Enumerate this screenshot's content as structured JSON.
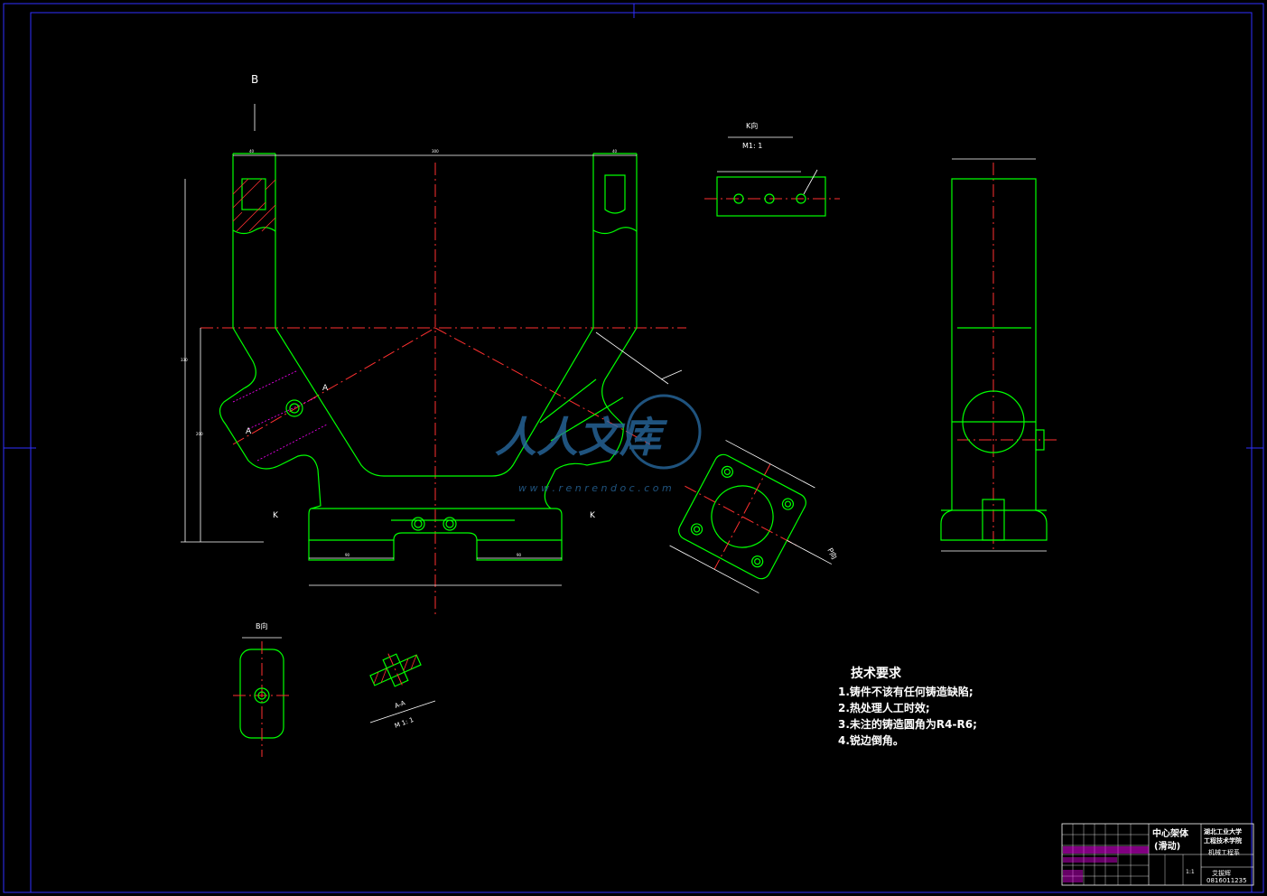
{
  "drawing": {
    "view_labels": {
      "b_section": "B",
      "k_view": "K向",
      "k_scale": "M1: 1",
      "b_view": "B向",
      "aa_section": "A-A",
      "aa_scale": "M 1: 1",
      "k_left": "K",
      "k_right": "K",
      "a_upper": "A",
      "a_lower": "A",
      "p_view": "P向"
    },
    "tech_req": {
      "title": "技术要求",
      "items": [
        "1.铸件不该有任何铸造缺陷;",
        "2.热处理人工时效;",
        "3.未注的铸造圆角为R4-R6;",
        "4.锐边倒角。"
      ]
    },
    "title_block": {
      "part_name_1": "中心架体",
      "part_name_2": "(滑动)",
      "school_1": "湖北工业大学",
      "school_2": "工程技术学院",
      "dept": "机械工程系",
      "scale": "1:1",
      "student": "艾拔辉",
      "student_id": "0816011235"
    },
    "watermark": {
      "text": "人人文库",
      "url": "w w w . r e n r e n d o c . c o m"
    },
    "colors": {
      "outline": "#00ff00",
      "center": "#ff3030",
      "dimension": "#ffffff",
      "border": "#0000ff",
      "watermark": "#2a6fa8"
    }
  }
}
